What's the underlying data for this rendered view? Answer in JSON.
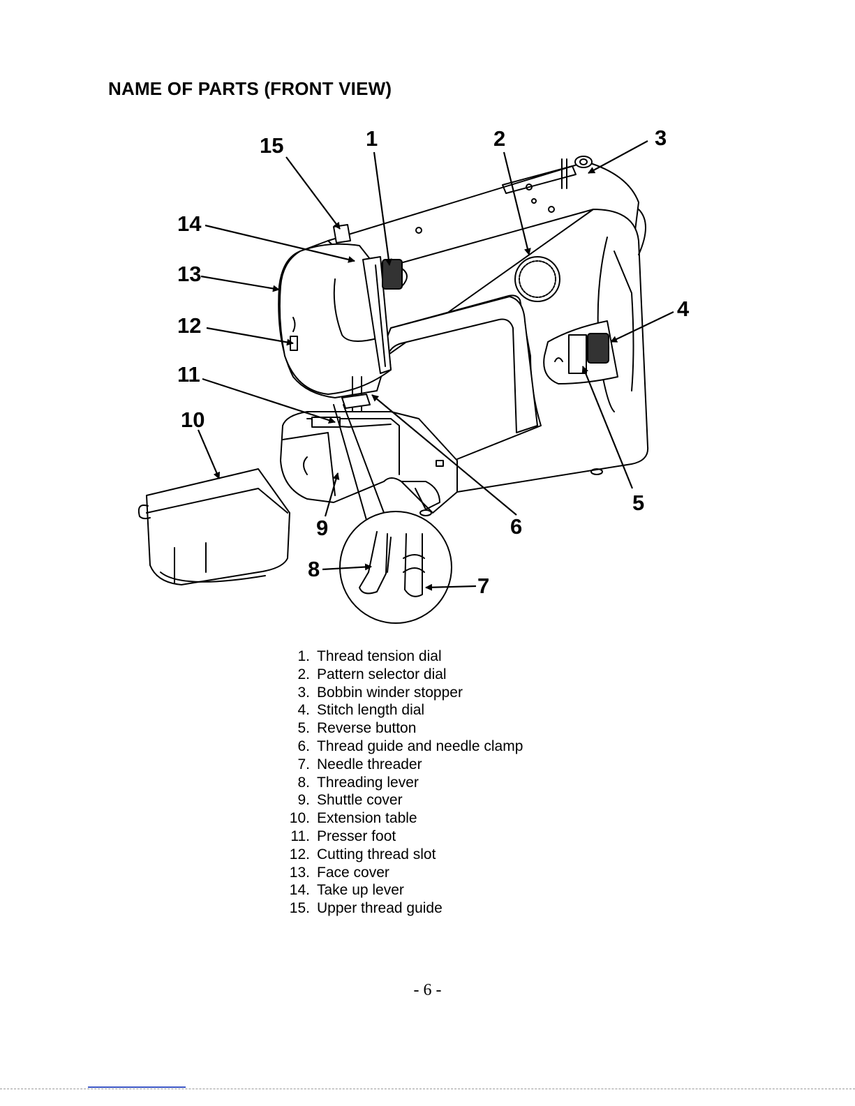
{
  "page": {
    "title": "NAME OF PARTS (FRONT VIEW)",
    "page_number": "- 6 -"
  },
  "diagram": {
    "callouts": [
      "1",
      "2",
      "3",
      "4",
      "5",
      "6",
      "7",
      "8",
      "9",
      "10",
      "11",
      "12",
      "13",
      "14",
      "15"
    ]
  },
  "parts": [
    {
      "num": "1.",
      "name": "Thread tension dial"
    },
    {
      "num": "2.",
      "name": "Pattern selector dial"
    },
    {
      "num": "3.",
      "name": "Bobbin winder stopper"
    },
    {
      "num": "4.",
      "name": "Stitch length dial"
    },
    {
      "num": "5.",
      "name": "Reverse button"
    },
    {
      "num": "6.",
      "name": "Thread guide and needle clamp"
    },
    {
      "num": "7.",
      "name": "Needle threader"
    },
    {
      "num": "8.",
      "name": "Threading lever"
    },
    {
      "num": "9.",
      "name": "Shuttle cover"
    },
    {
      "num": "10.",
      "name": "Extension table"
    },
    {
      "num": "11.",
      "name": "Presser foot"
    },
    {
      "num": "12.",
      "name": "Cutting thread slot"
    },
    {
      "num": "13.",
      "name": "Face cover"
    },
    {
      "num": "14.",
      "name": "Take up lever"
    },
    {
      "num": "15.",
      "name": "Upper thread guide"
    }
  ]
}
